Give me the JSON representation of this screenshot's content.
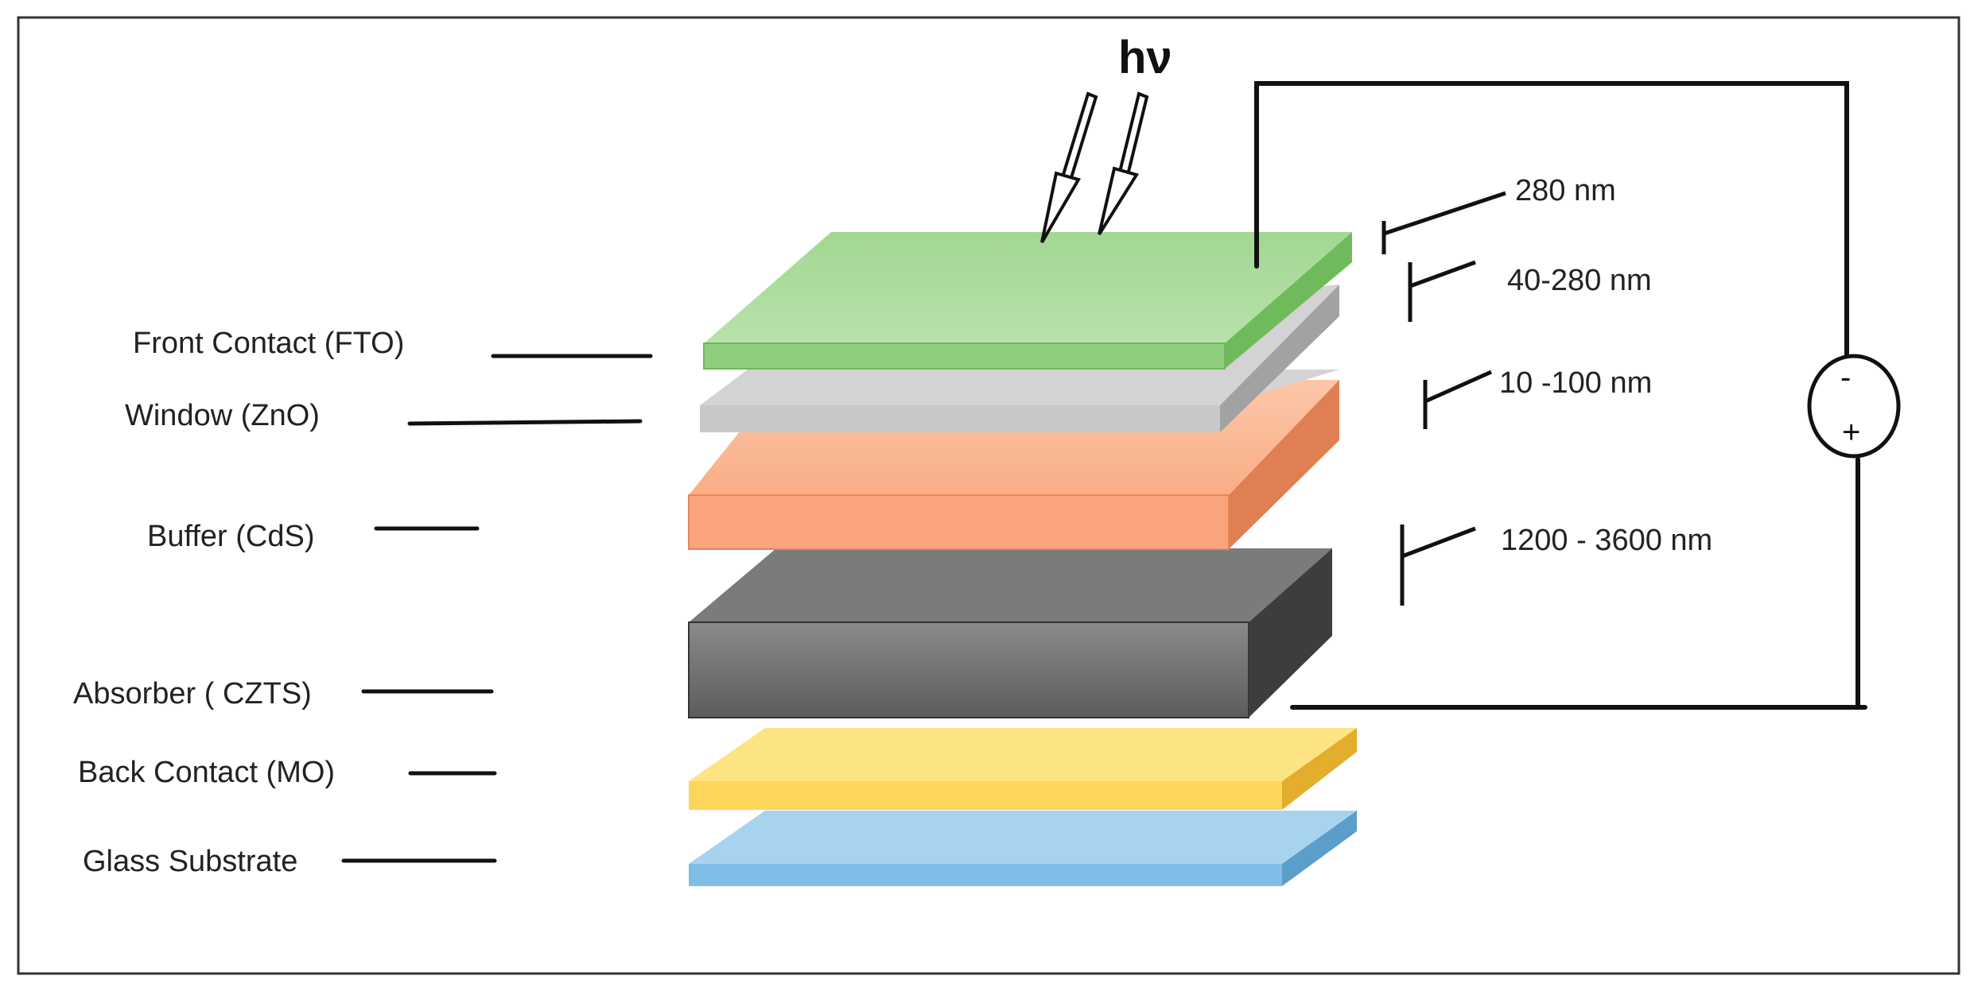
{
  "diagram": {
    "light_label": "hν",
    "layer_labels": {
      "front_contact": "Front Contact (FTO)",
      "window": "Window (ZnO)",
      "buffer": "Buffer (CdS)",
      "absorber": "Absorber ( CZTS)",
      "back_contact": "Back Contact (MO)",
      "glass": "Glass Substrate"
    },
    "thickness_labels": {
      "front_contact": "280 nm",
      "window": "40-280 nm",
      "buffer": "10 -100 nm",
      "absorber": "1200 - 3600 nm"
    },
    "source": {
      "minus": "-",
      "plus": "+"
    },
    "colors": {
      "front_contact": "#a9d99b",
      "window": "#c9c9c9",
      "buffer": "#f9a77e",
      "absorber": "#6e6e6e",
      "back_contact": "#fbd866",
      "glass": "#8fc4e8"
    }
  }
}
